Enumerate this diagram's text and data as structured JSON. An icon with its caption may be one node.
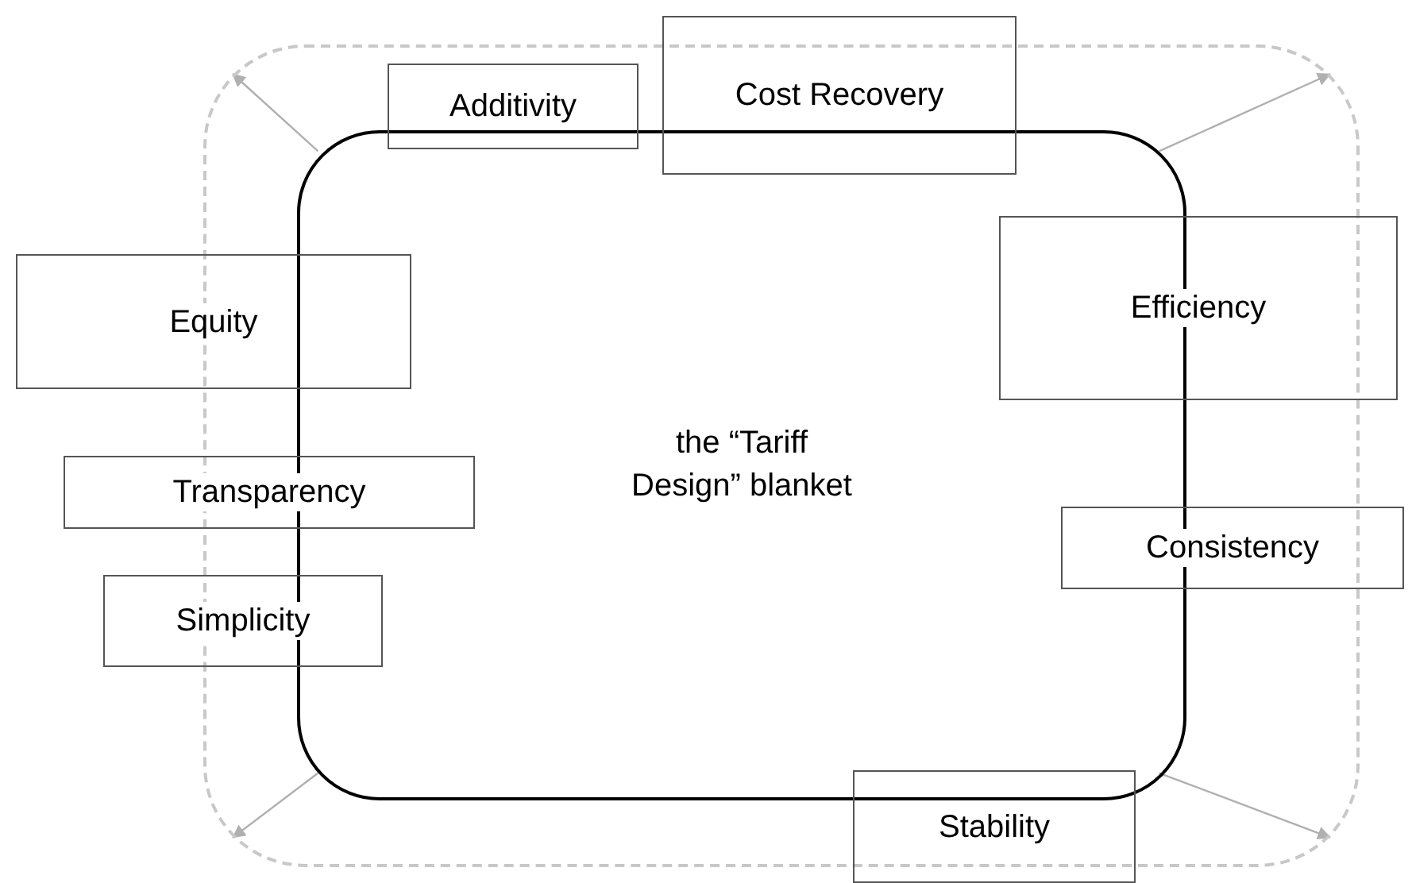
{
  "diagram": {
    "nodes": [
      {
        "text": [],
        "shape": "box"
      },
      {
        "text": [
          "the “Tariff Design” blanket"
        ],
        "in": 0
      },
      {
        "text": [
          "Additivity"
        ],
        "in": 0
      },
      {
        "text": [
          "Cost Recovery"
        ]
      },
      {
        "text": [
          "Equity"
        ]
      },
      {
        "text": [
          "Efficiency"
        ]
      },
      {
        "text": [
          "Transparency"
        ]
      },
      {
        "text": [
          "Consistency"
        ]
      },
      {
        "text": [
          "Simplicity"
        ]
      },
      {
        "text": [
          "Stability"
        ]
      }
    ],
    "edges": [
      {
        "from": 1,
        "to": 0,
        "arrow": "to",
        "color": "#b0b0b0"
      },
      {
        "from": 1,
        "to": 0,
        "arrow": "to",
        "color": "#b0b0b0"
      },
      {
        "from": 1,
        "to": 0,
        "arrow": "to",
        "color": "#b0b0b0"
      },
      {
        "from": 1,
        "to": 0,
        "arrow": "to",
        "color": "#b0b0b0"
      }
    ]
  }
}
